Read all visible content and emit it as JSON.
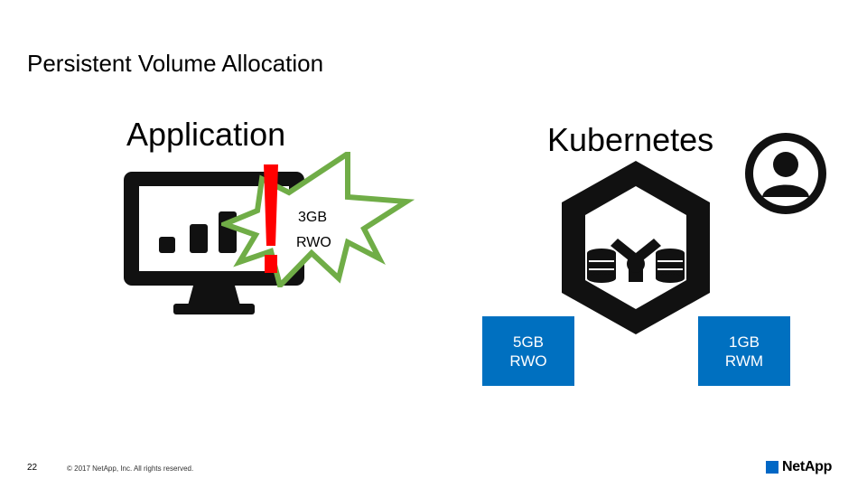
{
  "slide": {
    "title": "Persistent Volume Allocation",
    "number": "22",
    "copyright": "© 2017 NetApp, Inc. All rights reserved.",
    "brand": "NetApp"
  },
  "application": {
    "label": "Application",
    "icon": "monitor-chart-icon",
    "alert_symbol": "!",
    "alert_color": "#ff0000",
    "claim": {
      "size": "3GB",
      "mode": "RWO",
      "burst_color": "#70ad47"
    }
  },
  "kubernetes": {
    "label": "Kubernetes",
    "icon": "kubernetes-hexagon-icon",
    "user_icon": "user-avatar-icon",
    "volumes": [
      {
        "size": "5GB",
        "mode": "RWO",
        "color": "#0070c0"
      },
      {
        "size": "1GB",
        "mode": "RWM",
        "color": "#0070c0"
      }
    ]
  }
}
